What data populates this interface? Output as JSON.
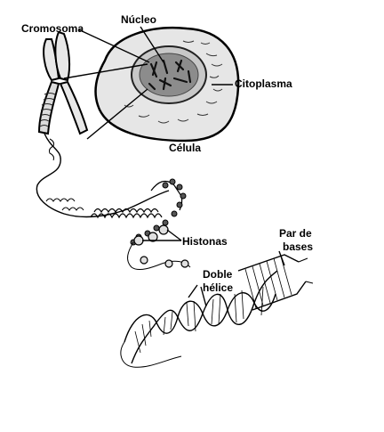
{
  "labels": {
    "cromosoma": "Cromosoma",
    "nucleo": "Núcleo",
    "citoplasma": "Citoplasma",
    "celula": "Célula",
    "histonas": "Histonas",
    "doble_line1": "Doble",
    "doble_line2": "hélice",
    "par_line1": "Par de",
    "par_line2": "bases"
  },
  "colors": {
    "ink": "#000000",
    "cell_fill": "#e6e6e6",
    "nucleus_fill": "#c8c8c8",
    "nucleolus_fill": "#8c8c8c",
    "chromatin_fill": "#555555"
  }
}
